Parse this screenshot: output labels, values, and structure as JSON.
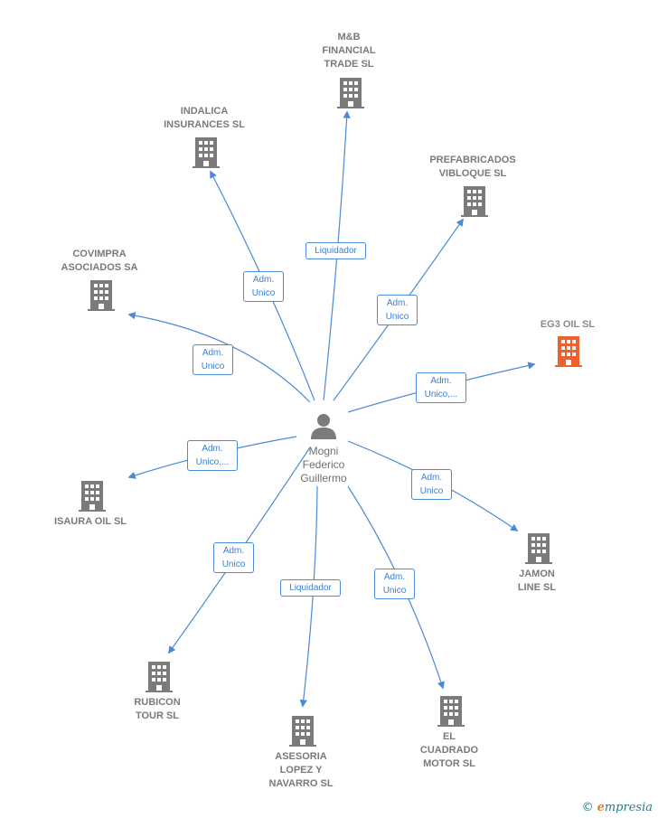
{
  "center": {
    "name": "Mogni\nFederico\nGuillermo"
  },
  "companies": [
    {
      "id": "mb",
      "name": "M&B\nFINANCIAL\nTRADE  SL",
      "role": "Liquidador",
      "highlight": false
    },
    {
      "id": "indalica",
      "name": "INDALICA\nINSURANCES SL",
      "role": "Adm.\nUnico",
      "highlight": false
    },
    {
      "id": "prefabricados",
      "name": "PREFABRICADOS\nVIBLOQUE SL",
      "role": "Adm.\nUnico",
      "highlight": false
    },
    {
      "id": "covimpra",
      "name": "COVIMPRA\nASOCIADOS SA",
      "role": "Adm.\nUnico",
      "highlight": false
    },
    {
      "id": "eg3",
      "name": "EG3 OIL  SL",
      "role": "Adm.\nUnico,...",
      "highlight": true
    },
    {
      "id": "isaura",
      "name": "ISAURA OIL  SL",
      "role": "Adm.\nUnico,...",
      "highlight": false
    },
    {
      "id": "jamon",
      "name": "JAMON\nLINE  SL",
      "role": "Adm.\nUnico",
      "highlight": false
    },
    {
      "id": "rubicon",
      "name": "RUBICON\nTOUR  SL",
      "role": "Adm.\nUnico",
      "highlight": false
    },
    {
      "id": "asesoria",
      "name": "ASESORIA\nLOPEZ Y\nNAVARRO SL",
      "role": "Liquidador",
      "highlight": false
    },
    {
      "id": "cuadrado",
      "name": "EL\nCUADRADO\nMOTOR  SL",
      "role": "Adm.\nUnico",
      "highlight": false
    }
  ],
  "colors": {
    "edge": "#4a8ad6",
    "building": "#7b7b7b",
    "highlight": "#f0602c",
    "person": "#7b7b7b"
  },
  "brand": {
    "copyright": "©",
    "e": "e",
    "rest": "mpresia"
  }
}
